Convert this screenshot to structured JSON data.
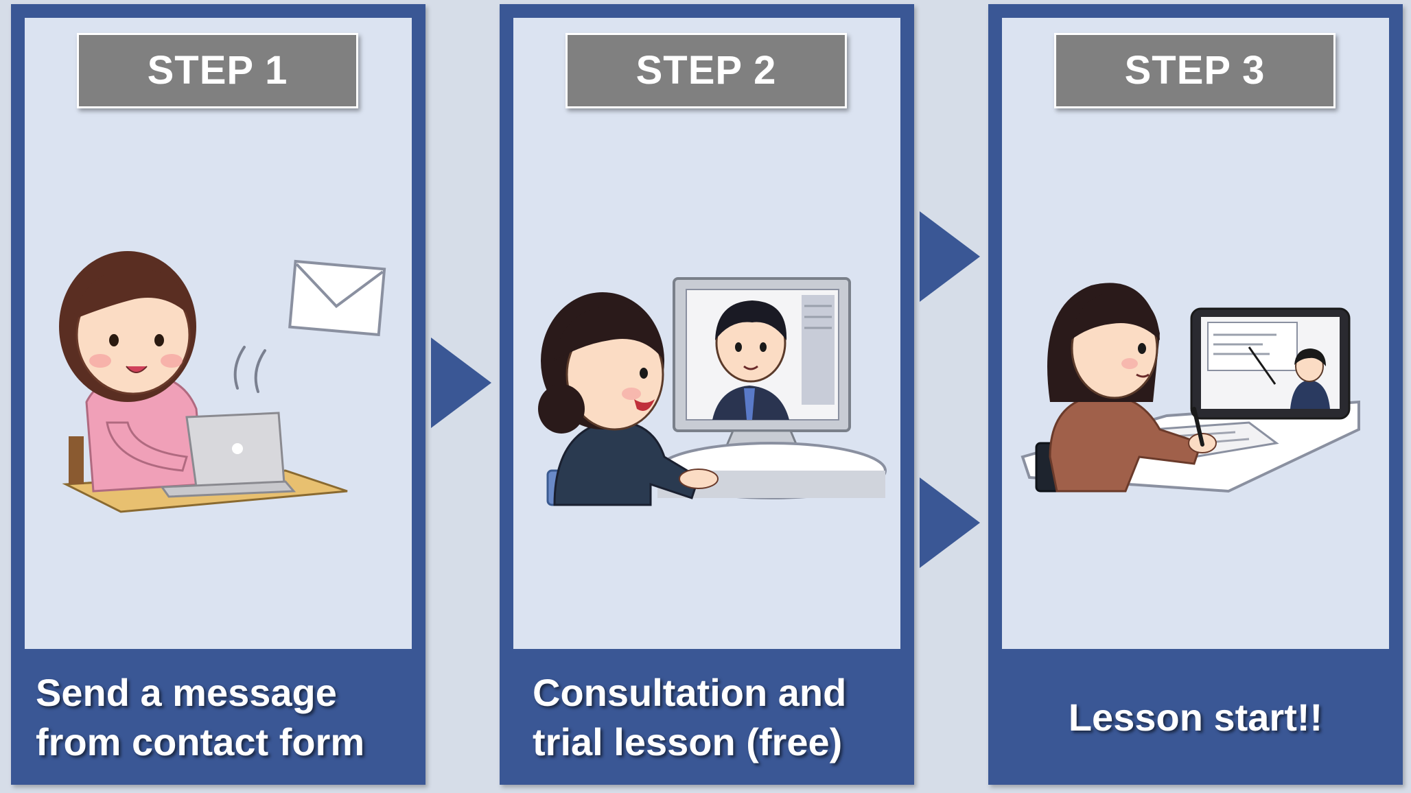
{
  "steps": [
    {
      "badge": "STEP 1",
      "caption_lines": [
        "Send a message",
        "from contact form"
      ]
    },
    {
      "badge": "STEP 2",
      "caption_lines": [
        "Consultation and",
        "trial lesson (free)"
      ]
    },
    {
      "badge": "STEP 3",
      "caption_lines": [
        "Lesson start!!"
      ]
    }
  ],
  "colors": {
    "page_bg": "#d6dde8",
    "panel": "#3a5795",
    "panel_inner": "#dbe3f1",
    "badge": "#808080",
    "arrow": "#3a5795"
  },
  "icons": {
    "step1": "woman-with-laptop-sending-envelope-icon",
    "step2": "woman-video-call-with-man-icon",
    "step3": "woman-studying-with-tablet-teacher-icon",
    "arrow": "triangle-right-icon"
  }
}
